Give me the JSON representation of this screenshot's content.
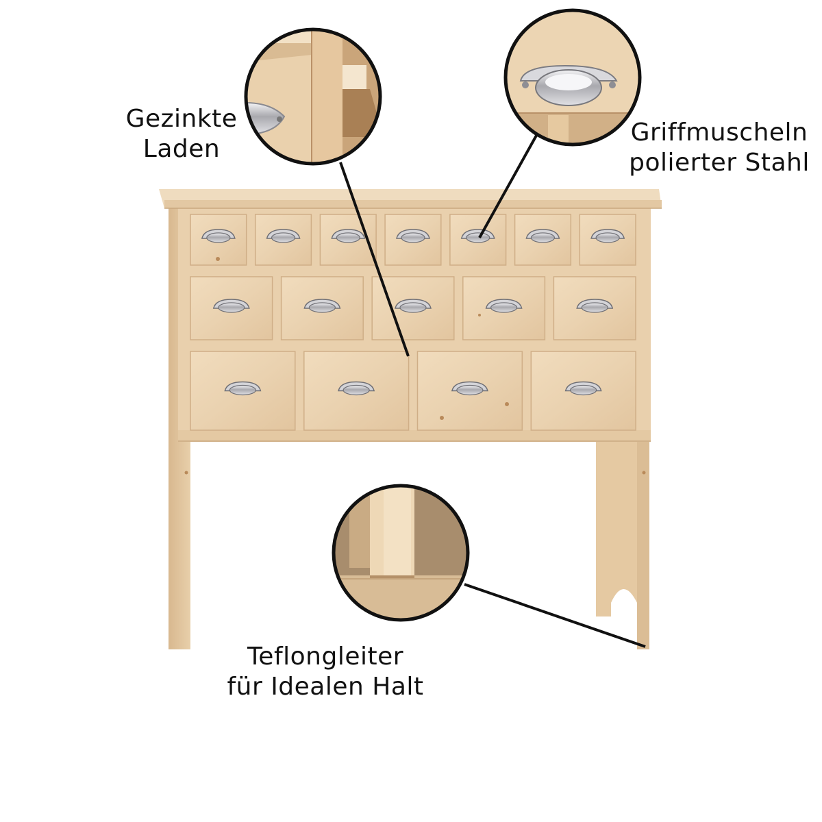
{
  "callouts": {
    "dovetail": {
      "line1": "Gezinkte",
      "line2": "Laden"
    },
    "handles": {
      "line1": "Griffmuscheln",
      "line2": "polierter Stahl"
    },
    "glides": {
      "line1": "Teflongleiter",
      "line2": "für Idealen Halt"
    }
  },
  "furniture": {
    "drawer_rows": [
      7,
      5,
      4
    ],
    "wood_color": "#ead2b0",
    "wood_shadow": "#cfae87",
    "handle_color": "#b8b8bc"
  },
  "callout_style": {
    "ring_color": "#111111",
    "line_color": "#111111"
  }
}
